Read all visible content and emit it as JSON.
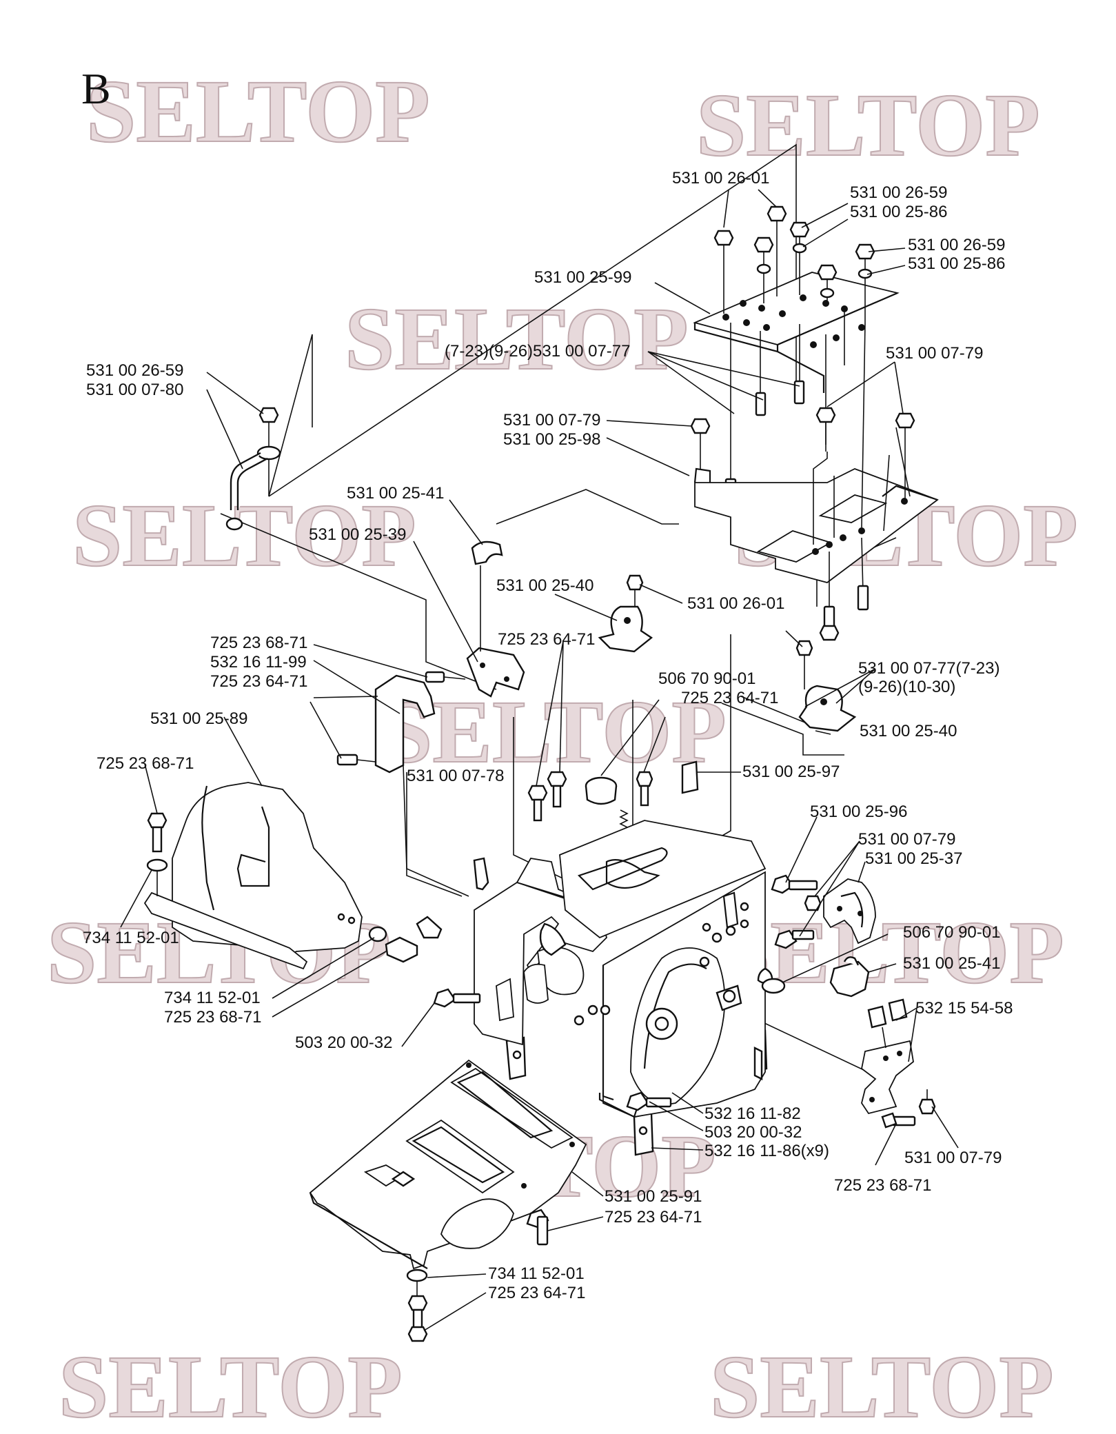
{
  "section_letter": "B",
  "watermark": "SELTOP",
  "labels": {
    "l01": "531 00 26-01",
    "l02": "531 00 26-59",
    "l03": "531 00 25-86",
    "l04": "531 00 26-59",
    "l05": "531 00 25-86",
    "l06": "531 00 25-99",
    "l07": "(7-23)(9-26)531 00 07-77",
    "l08": "531 00 07-79",
    "l09": "531 00 26-59",
    "l10": "531 00 07-80",
    "l11": "531 00 07-79",
    "l12": "531 00 25-98",
    "l13": "531 00 25-41",
    "l14": "531 00 25-39",
    "l15": "531 00 25-40",
    "l16": "531 00 26-01",
    "l17": "725 23 64-71",
    "l18": "725 23 68-71",
    "l19": "532 16 11-99",
    "l20": "725 23 64-71",
    "l21": "531 00 07-77(7-23)",
    "l22": "(9-26)(10-30)",
    "l23": "506 70 90-01",
    "l24": "725 23 64-71",
    "l25": "531 00 25-40",
    "l26": "531 00 25-89",
    "l27": "531 00 25-97",
    "l28": "725 23 68-71",
    "l29": "531 00 07-78",
    "l30": "531 00 25-96",
    "l31": "531 00 07-79",
    "l32": "531 00 25-37",
    "l33": "734 11 52-01",
    "l34": "506 70 90-01",
    "l35": "531 00 25-41",
    "l36": "734 11 52-01",
    "l37": "725 23 68-71",
    "l38": "503 20 00-32",
    "l39": "532 15 54-58",
    "l40": "532 16 11-82",
    "l41": "503 20 00-32",
    "l42": "532 16 11-86(x9)",
    "l43": "531 00 07-79",
    "l44": "725 23 68-71",
    "l45": "531 00 25-91",
    "l46": "725 23 64-71",
    "l47": "734 11 52-01",
    "l48": "725 23 64-71"
  }
}
